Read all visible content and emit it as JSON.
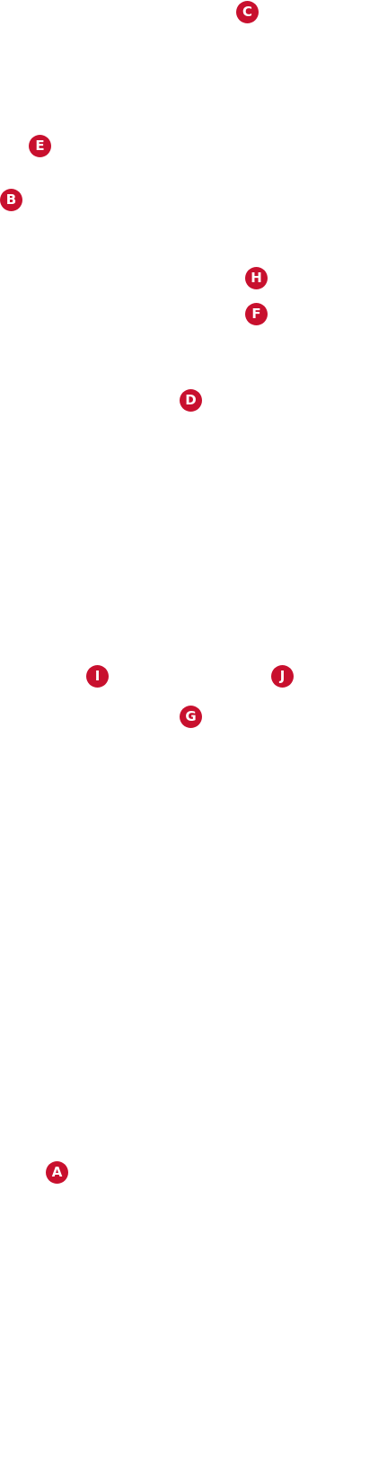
{
  "marker_color": "#c8102e",
  "markers": {
    "c": {
      "label": "C"
    },
    "e": {
      "label": "E"
    },
    "b": {
      "label": "B"
    },
    "h": {
      "label": "H"
    },
    "f": {
      "label": "F"
    },
    "d": {
      "label": "D"
    },
    "i": {
      "label": "I"
    },
    "j": {
      "label": "J"
    },
    "g": {
      "label": "G"
    },
    "a": {
      "label": "A"
    }
  }
}
